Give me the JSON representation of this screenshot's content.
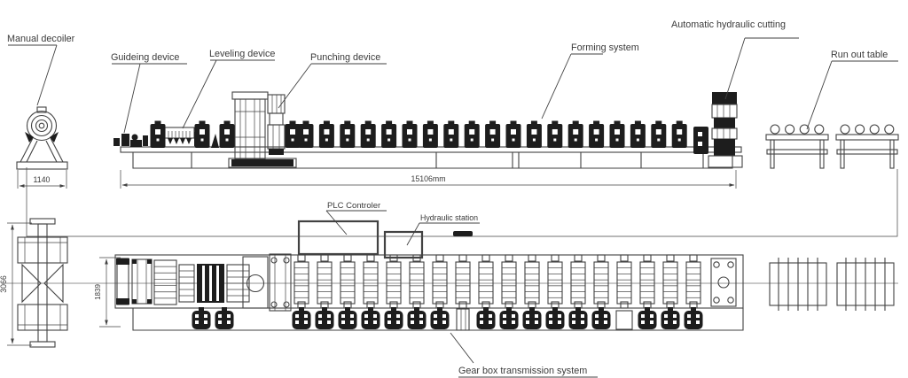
{
  "diagram": {
    "type": "roll-forming-machine-line-layout",
    "views": [
      "side elevation (top)",
      "plan view (bottom)"
    ]
  },
  "labels": {
    "manual_decoiler": "Manual decoiler",
    "guiding_device": "Guideing device",
    "leveling_device": "Leveling device",
    "punching_device": "Punching device",
    "forming_system": "Forming system",
    "auto_cutting": "Automatic hydraulic cutting",
    "run_out_table": "Run out table",
    "plc_controller": "PLC Controler",
    "hydraulic_station": "Hydraulic station",
    "gearbox": "Gear box transmission system"
  },
  "dimensions": {
    "decoiler_width": "1140",
    "line_length": "15106mm",
    "decoiler_length": "3066",
    "machine_width": "1839"
  },
  "counts": {
    "forming_stands_top": 19,
    "plan_stations": 18,
    "runout_tables": 2,
    "runout_rollers_per_table": 4
  },
  "colors": {
    "line": "#424242",
    "dark_fill": "#1d1d1d",
    "text": "#3a3a3a",
    "background": "#ffffff"
  }
}
